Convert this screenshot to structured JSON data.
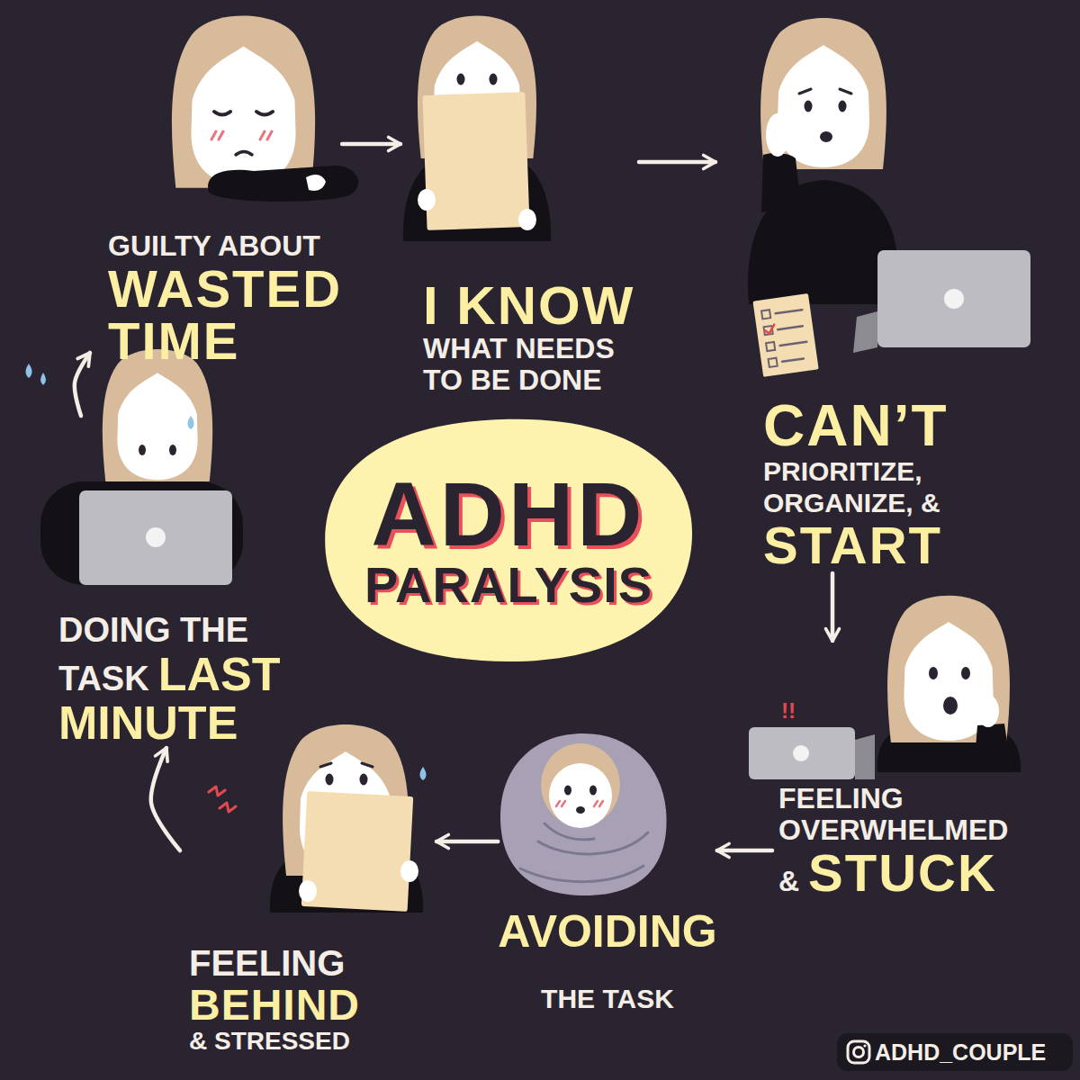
{
  "diagram": {
    "nodes": [
      {
        "text": [
          "GUILTY ABOUT",
          "WASTED TIME"
        ]
      },
      {
        "text": [
          "I KNOW",
          "WHAT NEEDS TO BE DONE"
        ]
      },
      {
        "text": [
          "CAN’T",
          "PRIORITIZE, ORGANIZE, &",
          "START"
        ]
      },
      {
        "text": [
          "FEELING OVERWHELMED &",
          "STUCK"
        ]
      },
      {
        "text": [
          "AVOIDING",
          "THE TASK"
        ]
      },
      {
        "text": [
          "FEELING",
          "BEHIND",
          "& STRESSED"
        ]
      },
      {
        "text": [
          "DOING THE TASK",
          "LAST MINUTE"
        ]
      },
      {
        "text": [
          "ADHD",
          "PARALYSIS"
        ]
      }
    ],
    "edges": [
      {
        "from": 0,
        "to": 1,
        "arrow": "to"
      },
      {
        "from": 1,
        "to": 2,
        "arrow": "to"
      },
      {
        "from": 2,
        "to": 3,
        "arrow": "to"
      },
      {
        "from": 3,
        "to": 4,
        "arrow": "to"
      },
      {
        "from": 4,
        "to": 5,
        "arrow": "to"
      },
      {
        "from": 5,
        "to": 6,
        "arrow": "to"
      },
      {
        "from": 6,
        "to": 0,
        "arrow": "to"
      }
    ],
    "labels": [
      "!!",
      "ADHD_COUPLE"
    ]
  }
}
